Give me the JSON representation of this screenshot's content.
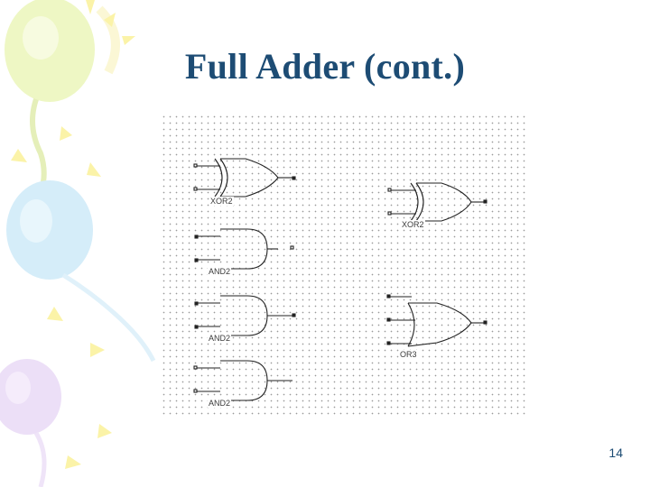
{
  "slide": {
    "title": "Full Adder (cont.)",
    "page_number": "14"
  },
  "schematic": {
    "gates": [
      {
        "id": "xor-1",
        "label": "XOR2"
      },
      {
        "id": "and-1",
        "label": "AND2"
      },
      {
        "id": "and-2",
        "label": "AND2"
      },
      {
        "id": "and-3",
        "label": "AND2"
      },
      {
        "id": "xor-2",
        "label": "XOR2"
      },
      {
        "id": "or-1",
        "label": "OR3"
      }
    ]
  },
  "colors": {
    "title": "#1d4c74",
    "wire": "#222222",
    "grid_dot": "#9a9a9a"
  }
}
